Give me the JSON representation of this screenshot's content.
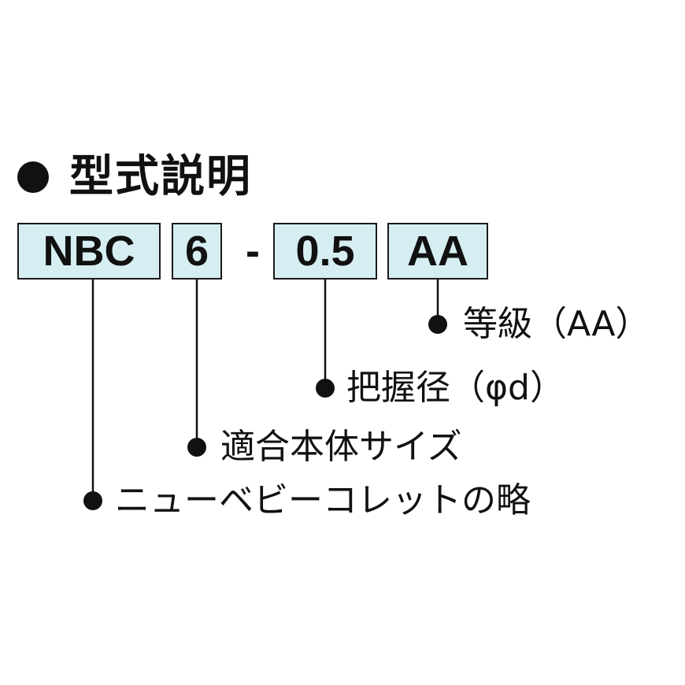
{
  "heading": "型式説明",
  "code": {
    "parts": [
      "NBC",
      "6",
      "0.5",
      "AA"
    ],
    "separator": "-",
    "box_color": "#d6eef2"
  },
  "labels": {
    "grade": "等級（AA）",
    "grip_diameter": "把握径（φd）",
    "body_size": "適合本体サイズ",
    "abbreviation": "ニューベビーコレットの略"
  }
}
